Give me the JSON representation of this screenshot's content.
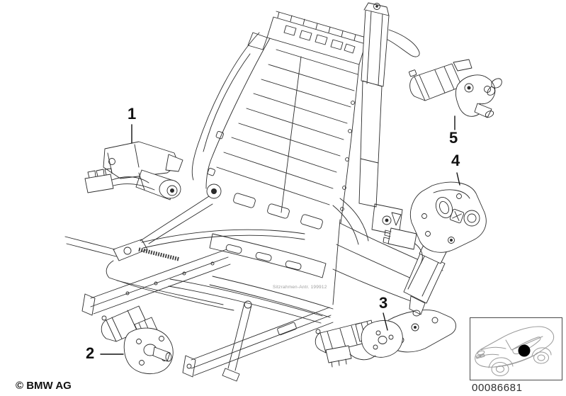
{
  "illustration": {
    "name": "seat-frame-electrical-parts",
    "watermark": "Sitzrahmen-Antr. 199912"
  },
  "callouts": [
    {
      "label": "1"
    },
    {
      "label": "2"
    },
    {
      "label": "3"
    },
    {
      "label": "4"
    },
    {
      "label": "5"
    }
  ],
  "footer": {
    "copyright": "© BMW AG"
  },
  "reference": {
    "diagram_number": "00086681"
  },
  "colors": {
    "line": "#2b2b2b",
    "car_line": "#9a9a9a",
    "marker": "#000000",
    "background": "#ffffff"
  }
}
